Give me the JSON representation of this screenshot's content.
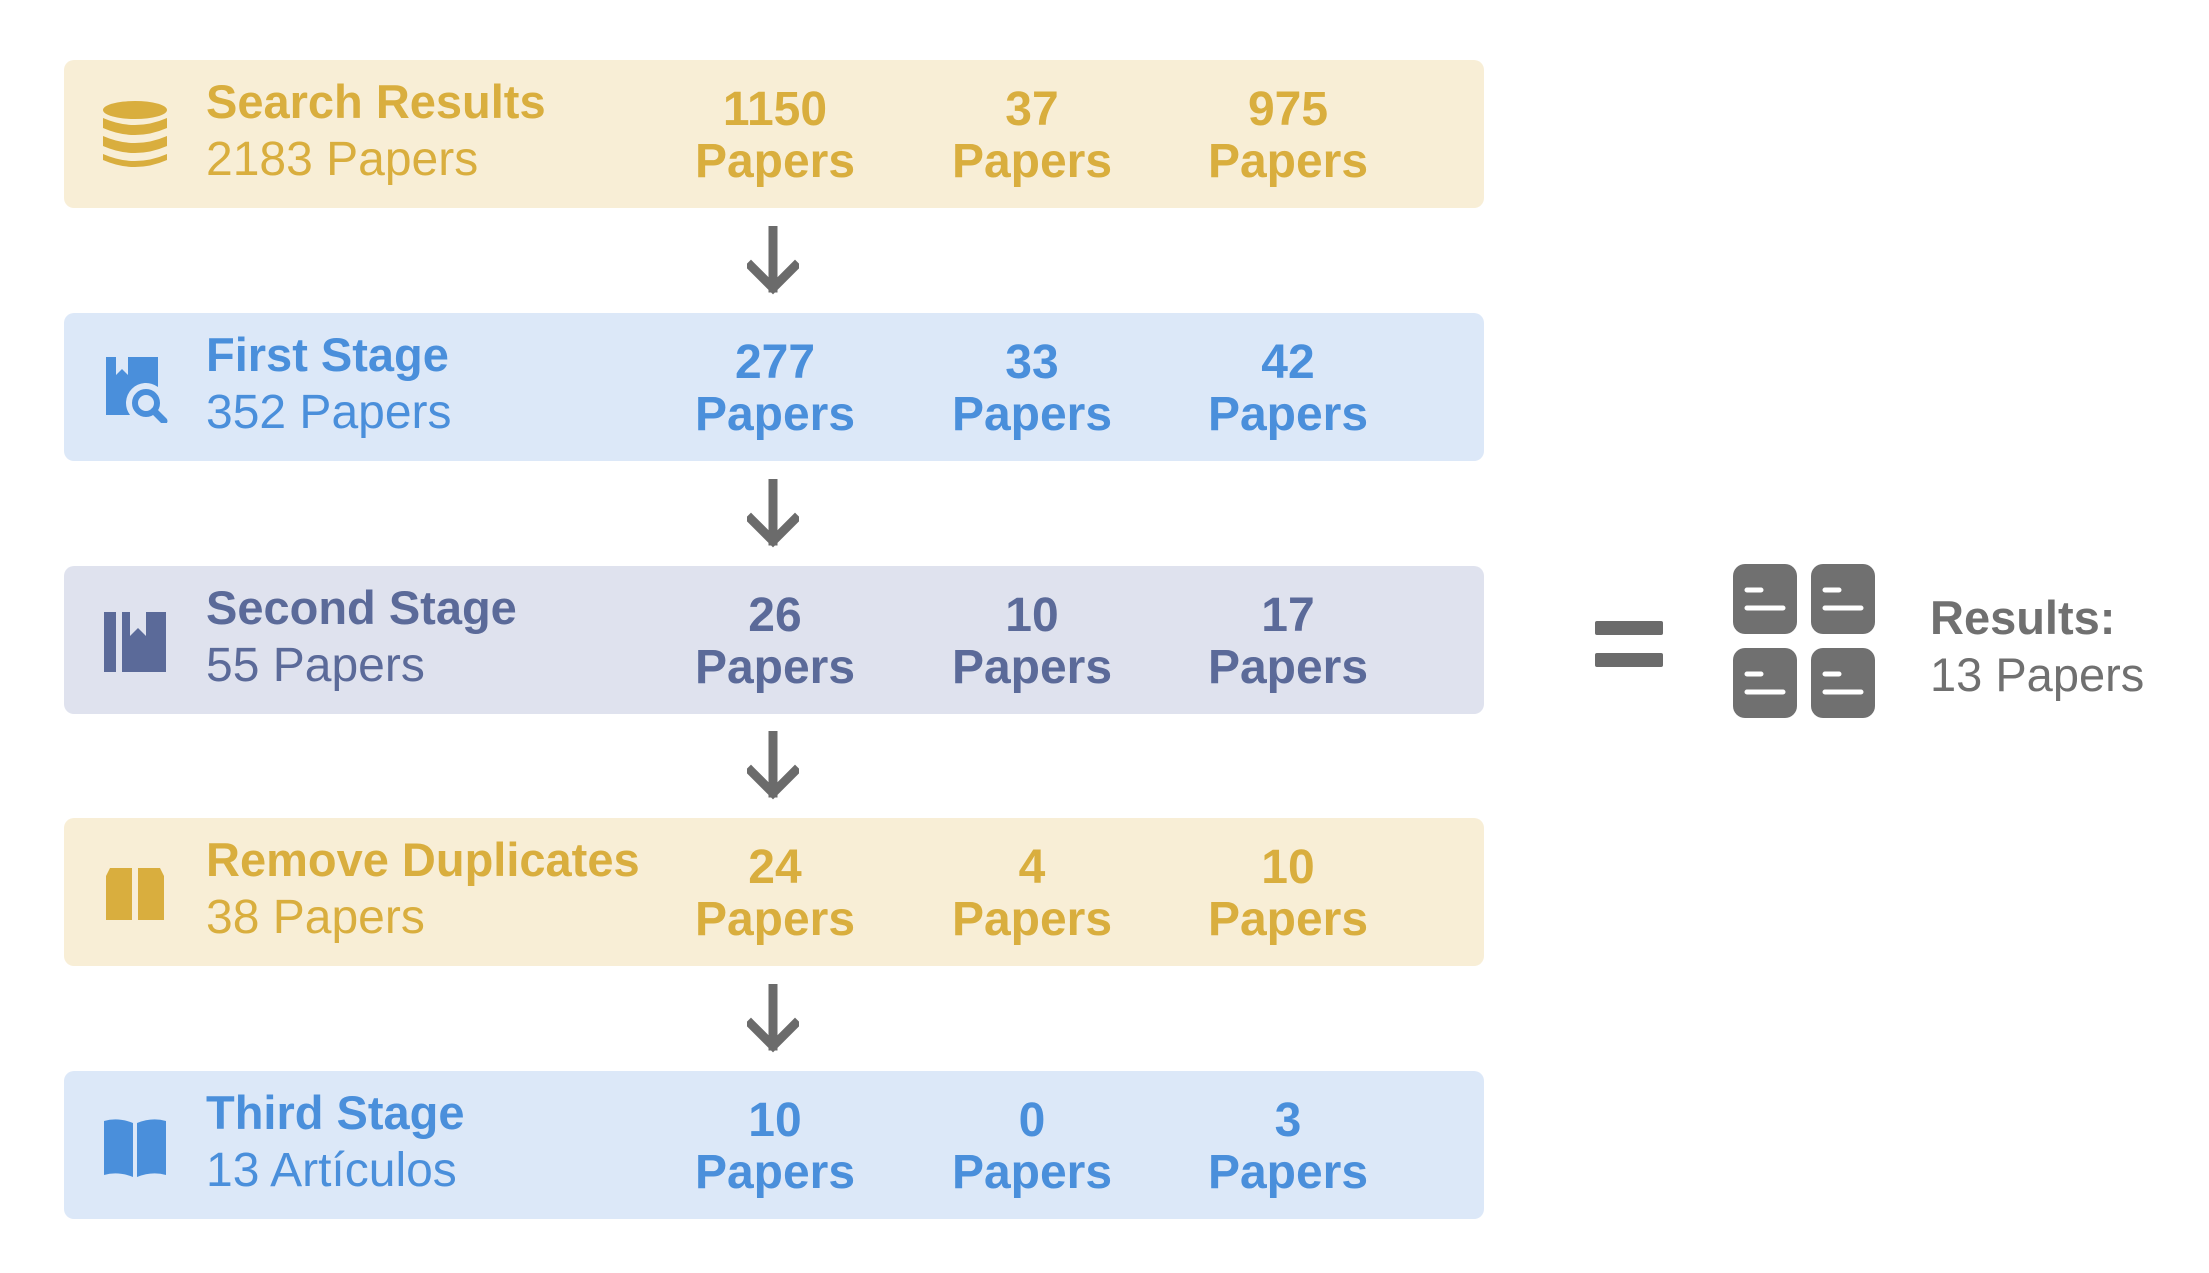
{
  "stages": [
    {
      "title": "Search Results",
      "subtitle": "2183 Papers",
      "counts": [
        {
          "num": "1150",
          "unit": "Papers"
        },
        {
          "num": "37",
          "unit": "Papers"
        },
        {
          "num": "975",
          "unit": "Papers"
        }
      ],
      "icon": "database-icon",
      "color": "#d9ae3e"
    },
    {
      "title": "First Stage",
      "subtitle": "352 Papers",
      "counts": [
        {
          "num": "277",
          "unit": "Papers"
        },
        {
          "num": "33",
          "unit": "Papers"
        },
        {
          "num": "42",
          "unit": "Papers"
        }
      ],
      "icon": "book-search-icon",
      "color": "#4a8fdb"
    },
    {
      "title": "Second Stage",
      "subtitle": "55 Papers",
      "counts": [
        {
          "num": "26",
          "unit": "Papers"
        },
        {
          "num": "10",
          "unit": "Papers"
        },
        {
          "num": "17",
          "unit": "Papers"
        }
      ],
      "icon": "bookmark-books-icon",
      "color": "#5b6a99"
    },
    {
      "title": "Remove Duplicates",
      "subtitle": "38 Papers",
      "counts": [
        {
          "num": "24",
          "unit": "Papers"
        },
        {
          "num": "4",
          "unit": "Papers"
        },
        {
          "num": "10",
          "unit": "Papers"
        }
      ],
      "icon": "box-icon",
      "color": "#d9ae3e"
    },
    {
      "title": "Third Stage",
      "subtitle": "13 Artículos",
      "counts": [
        {
          "num": "10",
          "unit": "Papers"
        },
        {
          "num": "0",
          "unit": "Papers"
        },
        {
          "num": "3",
          "unit": "Papers"
        }
      ],
      "icon": "open-book-icon",
      "color": "#4a8fdb"
    }
  ],
  "result": {
    "label": "Results:",
    "value": "13 Papers",
    "icon": "documents-grid-icon",
    "color": "#707070"
  },
  "arrow_color": "#6b6b6b"
}
